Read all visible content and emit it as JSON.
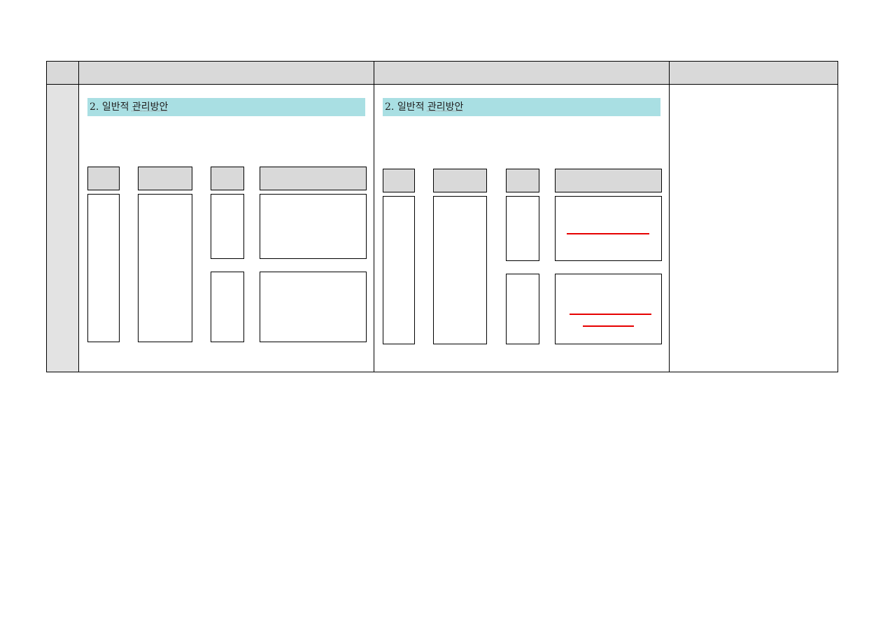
{
  "left_section": {
    "heading_number": "2.",
    "heading_word_1": "일반적",
    "heading_word_2": "관리방안"
  },
  "right_section": {
    "heading_number": "2.",
    "heading_word_1": "일반적",
    "heading_word_2": "관리방안"
  },
  "colors": {
    "header_fill": "#d9d9d9",
    "index_column_fill": "#e3e3e3",
    "heading_highlight": "#a9dfe3",
    "revision_mark": "#e60000"
  }
}
